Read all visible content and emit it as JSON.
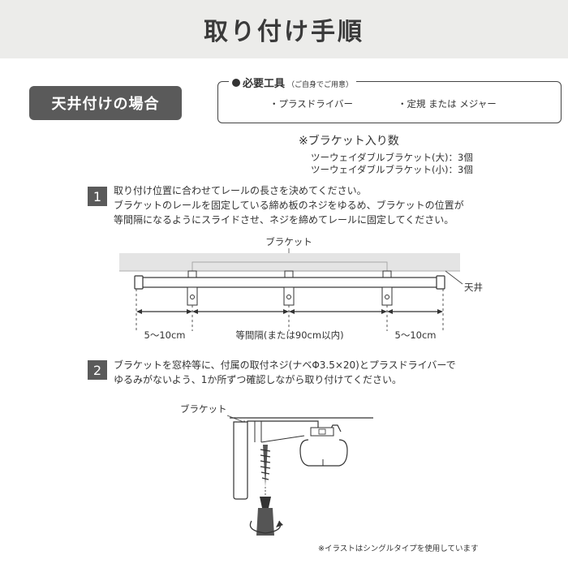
{
  "header": {
    "title": "取り付け手順"
  },
  "case_label": "天井付けの場合",
  "tools": {
    "title": "必要工具",
    "subtitle": "（ご自身でご用意）",
    "items": [
      "・プラスドライバー",
      "・定規 または メジャー"
    ]
  },
  "brackets": {
    "note": "※ブラケット入り数",
    "lines": [
      "ツーウェイダブルブラケット(大)：3個",
      "ツーウェイダブルブラケット(小)：3個"
    ]
  },
  "steps": [
    {
      "number": "1",
      "lines": [
        "取り付け位置に合わせてレールの長さを決めてください。",
        "ブラケットのレールを固定している締め板のネジをゆるめ、ブラケットの位置が",
        "等間隔になるようにスライドさせ、ネジを締めてレールに固定してください。"
      ]
    },
    {
      "number": "2",
      "lines": [
        "ブラケットを窓枠等に、付属の取付ネジ(ナベΦ3.5×20)とプラスドライバーで",
        "ゆるみがないよう、1か所ずつ確認しながら取り付けてください。"
      ]
    }
  ],
  "diagram1": {
    "bracket_label": "ブラケット",
    "ceiling_label": "天井",
    "left_dim": "5～10cm",
    "middle_dim": "等間隔(または90cm以内)",
    "right_dim": "5～10cm"
  },
  "diagram2": {
    "bracket_label": "ブラケット"
  },
  "footnote": "※イラストはシングルタイプを使用しています"
}
